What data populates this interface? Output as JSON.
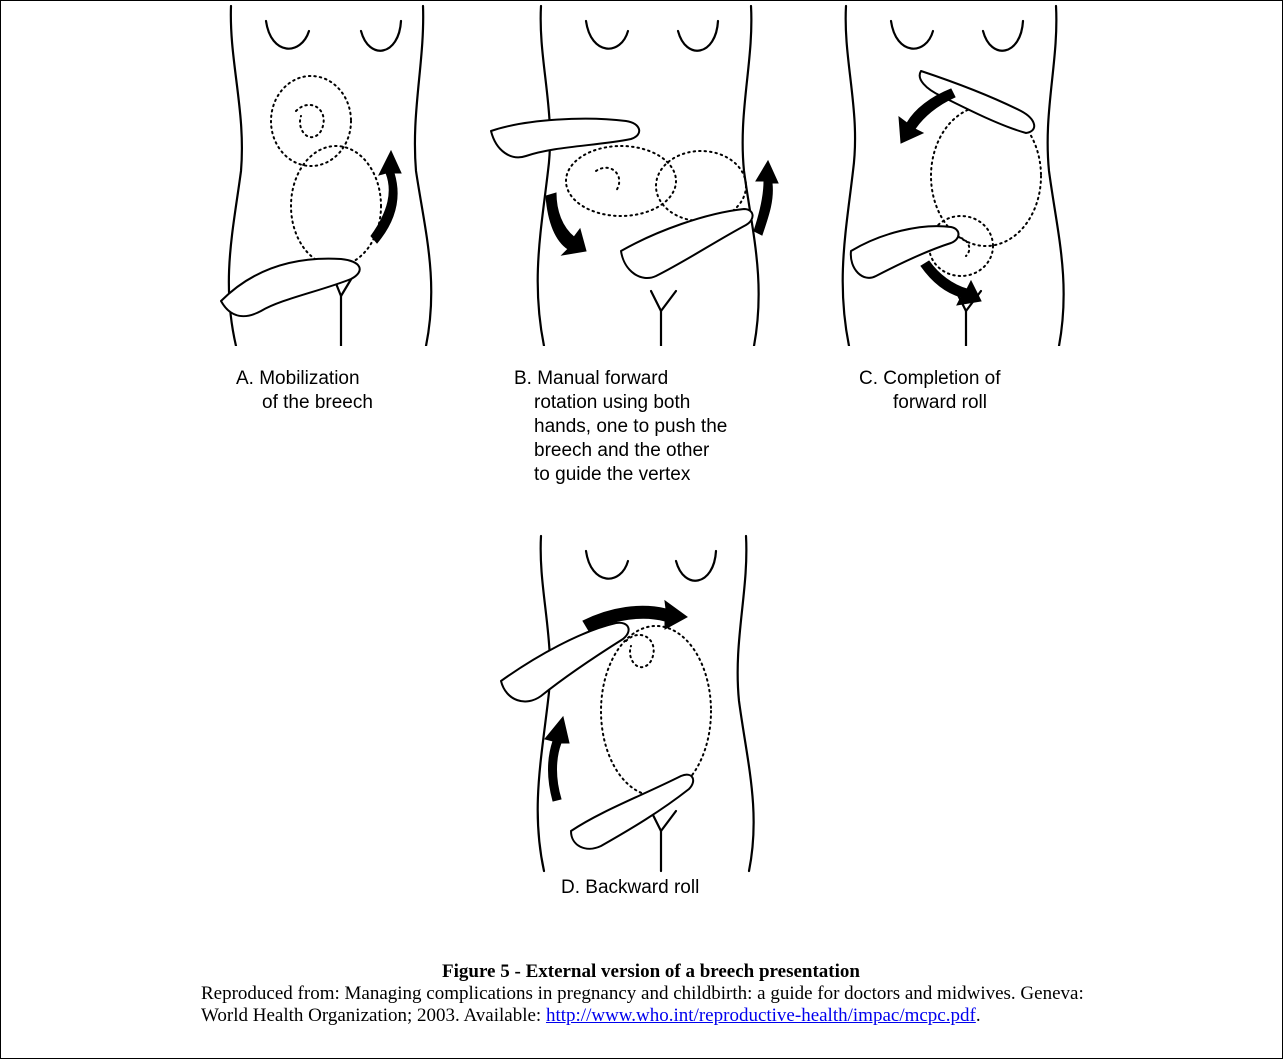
{
  "figure": {
    "panels": [
      {
        "id": "A",
        "lines": [
          "A. Mobilization",
          "of the breech"
        ]
      },
      {
        "id": "B",
        "lines": [
          "B. Manual forward",
          "rotation using both",
          "hands, one to push the",
          "breech and the other",
          "to guide the vertex"
        ]
      },
      {
        "id": "C",
        "lines": [
          "C. Completion of",
          "forward roll"
        ]
      },
      {
        "id": "D",
        "lines": [
          "D. Backward roll"
        ]
      }
    ],
    "caption_title": "Figure 5 - External version of a breech presentation",
    "caption_text": "Reproduced from: Managing complications in pregnancy and childbirth: a guide for doctors and midwives. Geneva: World Health Organization; 2003. Available: ",
    "caption_link": "http://www.who.int/reproductive-health/impac/mcpc.pdf",
    "caption_end": "."
  }
}
